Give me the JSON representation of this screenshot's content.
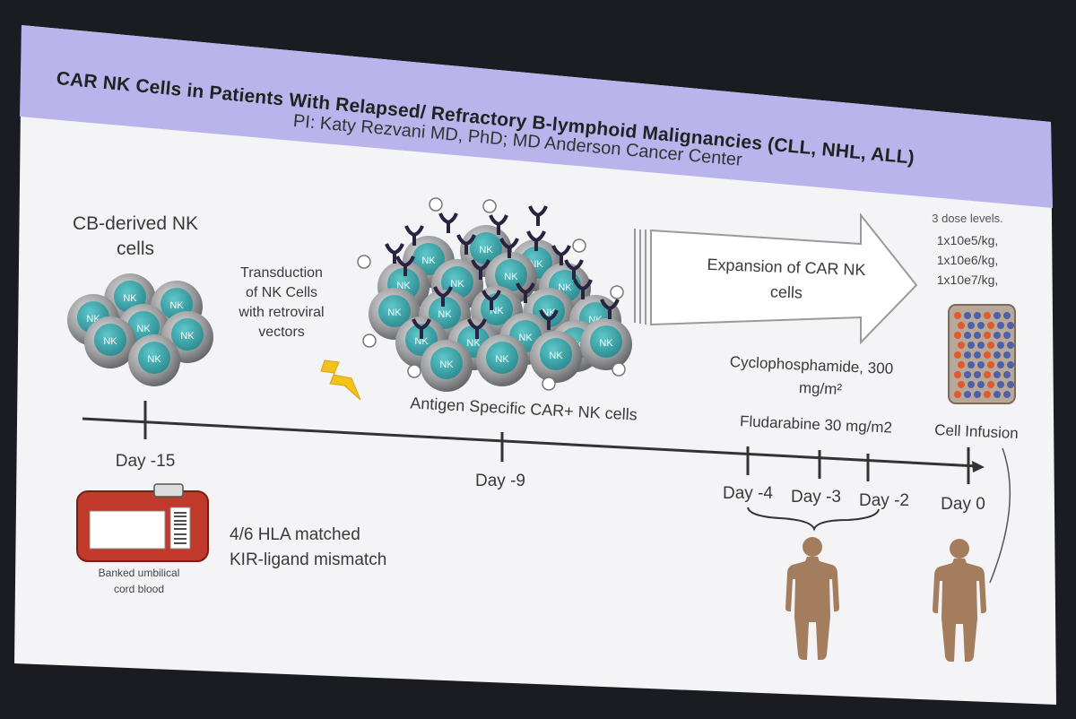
{
  "slide": {
    "title": "CAR NK Cells in Patients With Relapsed/ Refractory B-lymphoid Malignancies (CLL, NHL, ALL)",
    "subtitle": "PI: Katy Rezvani MD, PhD; MD Anderson Cancer Center"
  },
  "cells": {
    "cb_label_line1": "CB-derived NK",
    "cb_label_line2": "cells",
    "nk": "NK",
    "transduction": [
      "Transduction",
      "of NK Cells",
      "with retroviral",
      "vectors"
    ],
    "car_label": "Antigen Specific CAR+ NK cells"
  },
  "expansion": {
    "line1": "Expansion of CAR NK",
    "line2": "cells"
  },
  "doses": {
    "header": "3 dose levels.",
    "items": [
      "1x10e5/kg,",
      "1x10e6/kg,",
      "1x10e7/kg,"
    ]
  },
  "drugs": {
    "cyclophosphamide_line1": "Cyclophosphamide, 300",
    "cyclophosphamide_line2": "mg/m²",
    "fludarabine": "Fludarabine 30 mg/m2",
    "cell_infusion": "Cell Infusion"
  },
  "timeline": {
    "days": [
      "Day -15",
      "Day -9",
      "Day -4",
      "Day -3",
      "Day -2",
      "Day 0"
    ]
  },
  "cord_blood": {
    "label_line1": "Banked umbilical",
    "label_line2": "cord blood",
    "hla_line1": "4/6 HLA matched",
    "hla_line2": "KIR-ligand mismatch"
  },
  "colors": {
    "header_band": "#b9b5ec",
    "nk_cell": "#37a3a8",
    "nk_cell_ring": "#8f9092",
    "car_receptor": "#2a2340",
    "blood_bag": "#c0392b",
    "human": "#a47d5e"
  }
}
